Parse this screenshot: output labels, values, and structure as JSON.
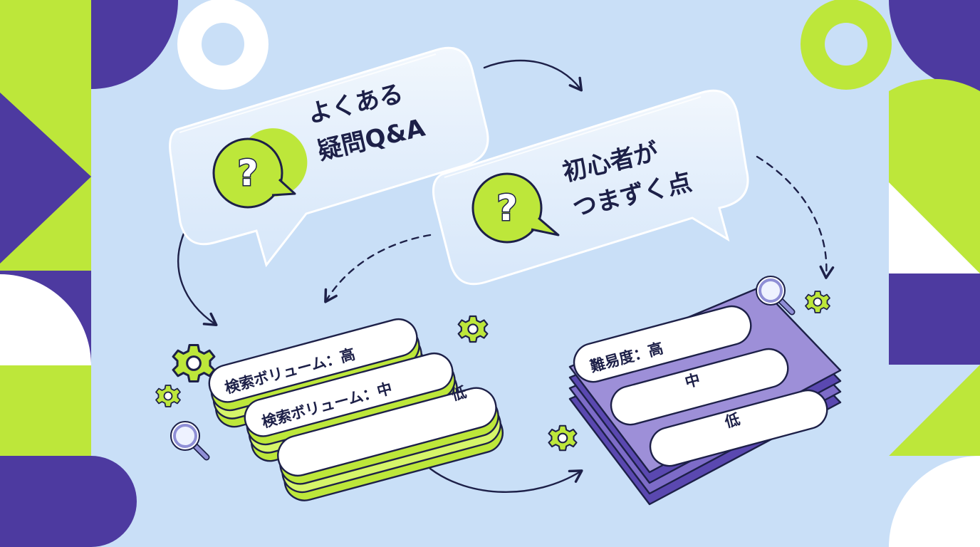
{
  "colors": {
    "background": "#c9dff7",
    "lime": "#bde73a",
    "purple": "#4d3aa0",
    "navy": "#1d2048",
    "white": "#ffffff"
  },
  "bubbles": [
    {
      "lines": [
        "よくある",
        "疑問Q&A"
      ],
      "icon": "question-mark-icon",
      "icon_glyph": "?"
    },
    {
      "lines": [
        "初心者が",
        "つまずく点"
      ],
      "icon": "question-mark-icon",
      "icon_glyph": "?"
    }
  ],
  "stacks": [
    {
      "name": "search-volume-stack",
      "color": "lime",
      "items": [
        "検索ボリューム：高",
        "検索ボリューム：中",
        "低"
      ]
    },
    {
      "name": "difficulty-stack",
      "color": "purple",
      "items": [
        "難易度：高",
        "中",
        "低"
      ]
    }
  ],
  "decorations": [
    "magnifier-icon",
    "gear-icon",
    "arrow"
  ]
}
